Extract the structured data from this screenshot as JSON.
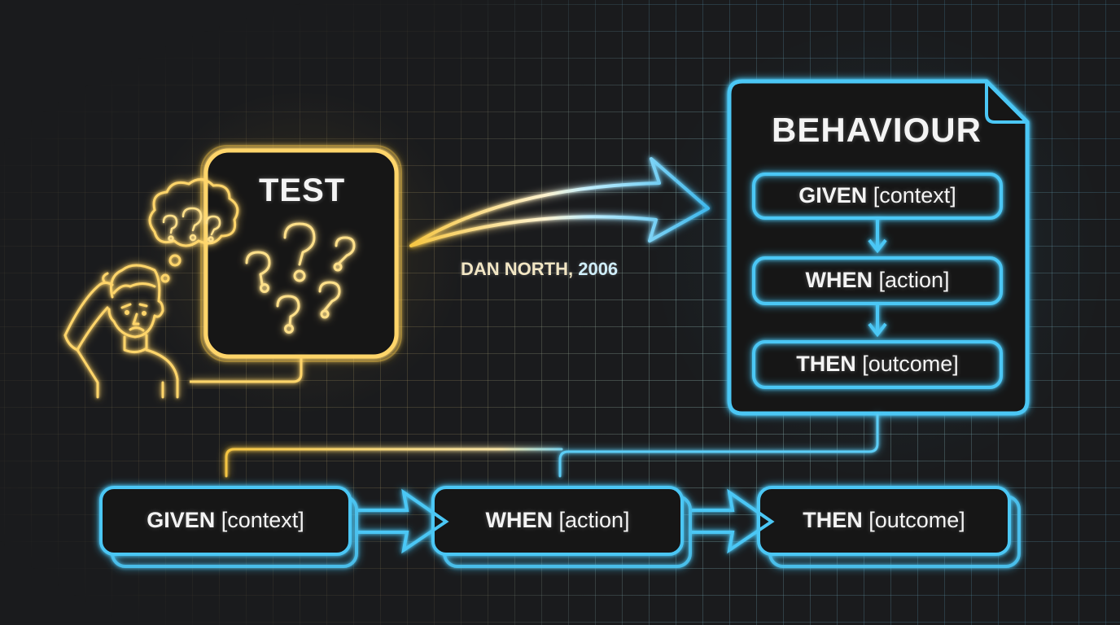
{
  "colors": {
    "background": "#1a1b1d",
    "gold": "#f5c542",
    "gold_light": "#ffe08a",
    "blue": "#3fb8ec",
    "blue_light": "#8fe1ff",
    "text": "#f4f4f4"
  },
  "test_box": {
    "title": "TEST",
    "icons": [
      "question-mark-icon",
      "question-mark-icon",
      "question-mark-icon",
      "question-mark-icon",
      "question-mark-icon"
    ]
  },
  "confused_person": {
    "thought_bubble_text": "???"
  },
  "transition_arrow": {
    "credit_name": "DAN NORTH,",
    "credit_year": " 2006"
  },
  "behaviour_doc": {
    "title": "BEHAVIOUR",
    "steps": [
      {
        "keyword": "GIVEN",
        "placeholder": " [context]"
      },
      {
        "keyword": "WHEN",
        "placeholder": " [action]"
      },
      {
        "keyword": "THEN",
        "placeholder": " [outcome]"
      }
    ]
  },
  "flow": {
    "steps": [
      {
        "keyword": "GIVEN",
        "placeholder": " [context]"
      },
      {
        "keyword": "WHEN",
        "placeholder": " [action]"
      },
      {
        "keyword": "THEN",
        "placeholder": " [outcome]"
      }
    ]
  }
}
